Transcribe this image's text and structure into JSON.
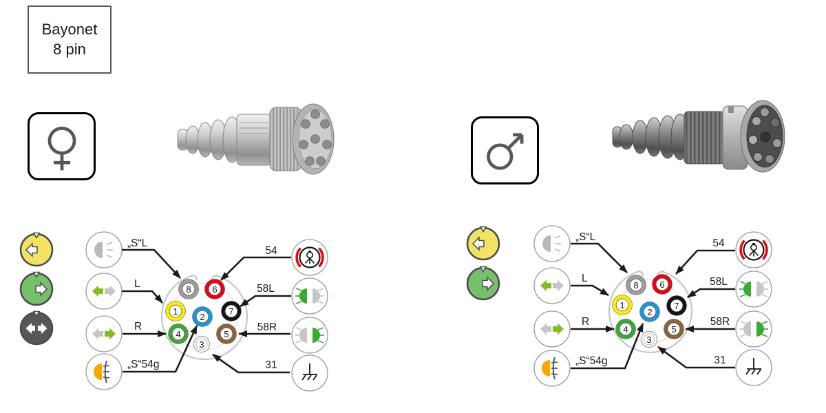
{
  "title": {
    "line1": "Bayonet",
    "line2": "8 pin"
  },
  "colors": {
    "arrow_line": "#1a1a1a",
    "nav_yellow": "#f2e266",
    "nav_green": "#77c06b",
    "nav_dark": "#575756",
    "turn_green": "#84bc26",
    "inactive_gray": "#c6c6c6",
    "lamp_gray": "#b9b9b9",
    "lamp_amber": "#f6a800",
    "tail_green": "#3aaa35",
    "brake_red": "#e30613",
    "connector_outline": "#c6c6c6",
    "symbol_gray": "#575756"
  },
  "connectors": [
    {
      "gender": "female",
      "nav_icons": [
        {
          "icon": "arrow-left",
          "color": "#f2e266"
        },
        {
          "icon": "arrow-right",
          "color": "#77c06b"
        },
        {
          "icon": "arrow-left-right",
          "color": "#575756"
        }
      ],
      "left_functions": [
        {
          "icon": "position-lamp",
          "label": "„S“L",
          "pin": "8"
        },
        {
          "icon": "turn-signal-left",
          "label": "L",
          "pin": "1"
        },
        {
          "icon": "turn-signal-right",
          "label": "R",
          "pin": "4"
        },
        {
          "icon": "rear-fog-lamp",
          "label": "„S“54g",
          "pin": "2"
        }
      ],
      "right_functions": [
        {
          "icon": "brake-lamp",
          "label": "54",
          "pin": "6"
        },
        {
          "icon": "tail-lamp-left",
          "label": "58L",
          "pin": "7"
        },
        {
          "icon": "tail-lamp-right",
          "label": "58R",
          "pin": "5"
        },
        {
          "icon": "ground",
          "label": "31",
          "pin": "3"
        }
      ],
      "pins": [
        {
          "number": "8",
          "color": "#9d9d9c",
          "style": "ring"
        },
        {
          "number": "6",
          "color": "#e30613",
          "style": "ring"
        },
        {
          "number": "1",
          "color": "#ffec00",
          "style": "ring"
        },
        {
          "number": "2",
          "color": "#1e97d4",
          "style": "ring"
        },
        {
          "number": "7",
          "color": "#141414",
          "style": "ring"
        },
        {
          "number": "4",
          "color": "#3aaa35",
          "style": "ring"
        },
        {
          "number": "3",
          "color": "#ffffff",
          "style": "thin"
        },
        {
          "number": "5",
          "color": "#8f6336",
          "style": "ring"
        }
      ]
    },
    {
      "gender": "male",
      "nav_icons": [
        {
          "icon": "arrow-left",
          "color": "#f2e266"
        },
        {
          "icon": "arrow-right",
          "color": "#77c06b"
        }
      ],
      "left_functions": [
        {
          "icon": "position-lamp",
          "label": "„S“L",
          "pin": "8"
        },
        {
          "icon": "turn-signal-left",
          "label": "L",
          "pin": "1"
        },
        {
          "icon": "turn-signal-right",
          "label": "R",
          "pin": "4"
        },
        {
          "icon": "rear-fog-lamp",
          "label": "„S“54g",
          "pin": "2"
        }
      ],
      "right_functions": [
        {
          "icon": "brake-lamp",
          "label": "54",
          "pin": "6"
        },
        {
          "icon": "tail-lamp-left",
          "label": "58L",
          "pin": "7"
        },
        {
          "icon": "tail-lamp-right",
          "label": "58R",
          "pin": "5"
        },
        {
          "icon": "ground",
          "label": "31",
          "pin": "3"
        }
      ],
      "pins": [
        {
          "number": "8",
          "color": "#9d9d9c",
          "style": "ring"
        },
        {
          "number": "6",
          "color": "#e30613",
          "style": "ring"
        },
        {
          "number": "1",
          "color": "#ffec00",
          "style": "ring"
        },
        {
          "number": "2",
          "color": "#1e97d4",
          "style": "ring"
        },
        {
          "number": "7",
          "color": "#141414",
          "style": "ring"
        },
        {
          "number": "4",
          "color": "#3aaa35",
          "style": "ring"
        },
        {
          "number": "3",
          "color": "#ffffff",
          "style": "thin"
        },
        {
          "number": "5",
          "color": "#8f6336",
          "style": "ring"
        }
      ]
    }
  ]
}
